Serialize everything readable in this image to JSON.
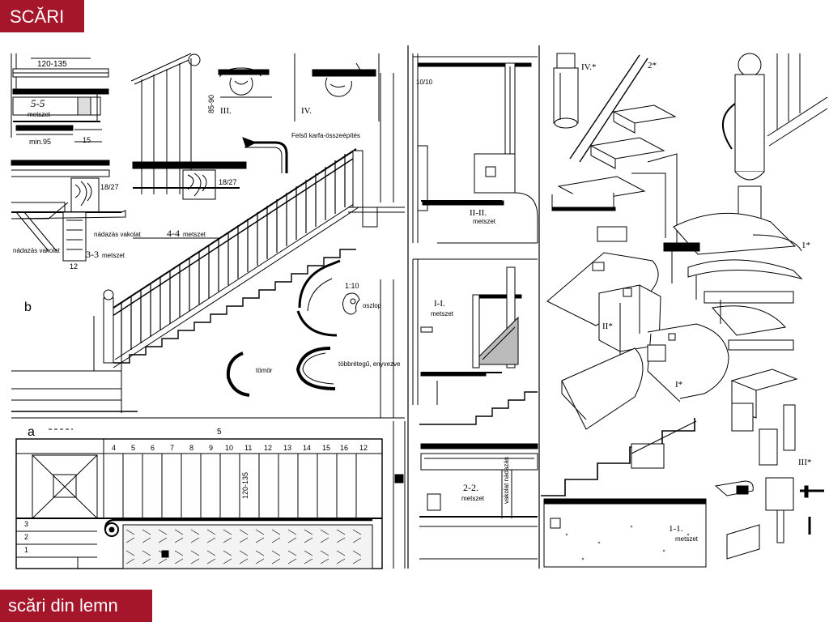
{
  "header": {
    "title": "SCĂRI"
  },
  "footer": {
    "caption": "scări din lemn"
  },
  "drawing": {
    "sections": {
      "s55": {
        "label": "5-5",
        "sub": "metszet",
        "dim1": "120-135",
        "dim2": "min.95",
        "dim3": "15"
      },
      "s44": {
        "label": "4-4",
        "sub": "metszet",
        "dim1": "18/27",
        "dim2": "85-90"
      },
      "s33": {
        "label": "3-3",
        "sub": "metszet",
        "note1": "nádazás vakolat",
        "note2": "nádazás vakolat",
        "dim": "18/27",
        "dim2": "12"
      },
      "s22": {
        "label": "2-2.",
        "sub": "metszet",
        "note": "vakolat nádazás"
      },
      "s11": {
        "label": "1-1.",
        "sub": "metszet"
      },
      "sII": {
        "label": "II-II.",
        "sub": "metszet",
        "dim": "10/10"
      },
      "sI": {
        "label": "I-I.",
        "sub": "metszet"
      }
    },
    "rail_notes": {
      "upper": "Felső karfa-összeépítés",
      "scale": "1:10",
      "post": "oszlop",
      "solid": "tömör",
      "laminated": "többrétegű, enyvezve"
    },
    "roman": {
      "r1": "III.",
      "r2": "IV.",
      "r3": "IV.*",
      "r4": "2*",
      "r5": "II*",
      "r6": "I*",
      "r7": "1*",
      "r8": "III*"
    },
    "plan": {
      "label_a": "a",
      "label_b": "b",
      "step_numbers": [
        "4",
        "5",
        "6",
        "7",
        "8",
        "9",
        "10",
        "11",
        "12",
        "13",
        "14",
        "15",
        "16",
        "12"
      ],
      "landing_steps": [
        "3",
        "2",
        "1"
      ],
      "width_dim": "120-135",
      "top_mark": "5"
    }
  }
}
